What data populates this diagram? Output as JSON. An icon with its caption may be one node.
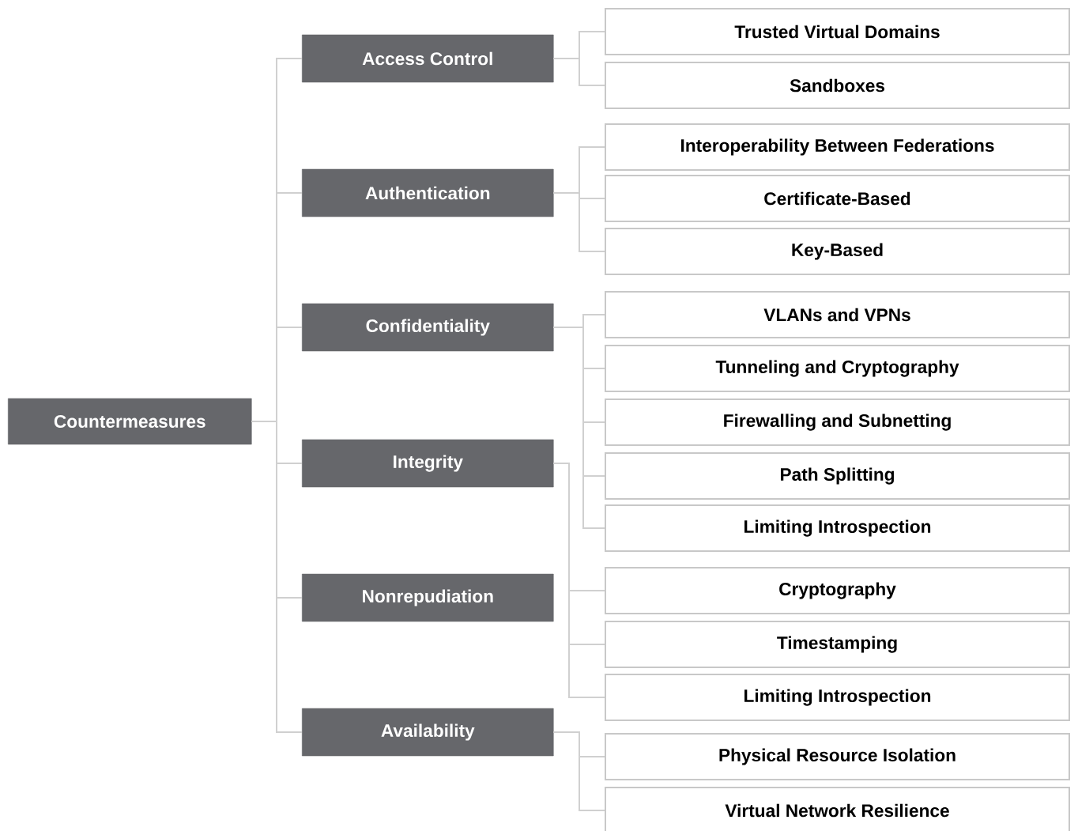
{
  "diagram": {
    "nodes": [
      {
        "text": [
          "Countermeasures"
        ]
      },
      {
        "text": [
          "Access Control"
        ]
      },
      {
        "text": [
          "Trusted Virtual Domains"
        ]
      },
      {
        "text": [
          "Sandboxes"
        ]
      },
      {
        "text": [
          "Authentication"
        ]
      },
      {
        "text": [
          "Interoperability Between Federations"
        ]
      },
      {
        "text": [
          "Certificate-Based"
        ]
      },
      {
        "text": [
          "Key-Based"
        ]
      },
      {
        "text": [
          "Confidentiality"
        ]
      },
      {
        "text": [
          "VLANs and VPNs"
        ]
      },
      {
        "text": [
          "Tunneling and Cryptography"
        ]
      },
      {
        "text": [
          "Firewalling and Subnetting"
        ]
      },
      {
        "text": [
          "Path Splitting"
        ]
      },
      {
        "text": [
          "Limiting Introspection"
        ]
      },
      {
        "text": [
          "Integrity"
        ]
      },
      {
        "text": [
          "Cryptography"
        ]
      },
      {
        "text": [
          "Timestamping"
        ]
      },
      {
        "text": [
          "Limiting Introspection"
        ]
      },
      {
        "text": [
          "Nonrepudiation"
        ]
      },
      {
        "text": [
          "Availability"
        ]
      },
      {
        "text": [
          "Physical Resource Isolation"
        ]
      },
      {
        "text": [
          "Virtual Network Resilience"
        ]
      }
    ],
    "edges": [
      {
        "from": 0,
        "to": 1,
        "arrow": "none"
      },
      {
        "from": 0,
        "to": 4,
        "arrow": "none"
      },
      {
        "from": 0,
        "to": 8,
        "arrow": "none"
      },
      {
        "from": 0,
        "to": 14,
        "arrow": "none"
      },
      {
        "from": 0,
        "to": 18,
        "arrow": "none"
      },
      {
        "from": 0,
        "to": 19,
        "arrow": "none"
      },
      {
        "from": 1,
        "to": 2,
        "arrow": "none"
      },
      {
        "from": 1,
        "to": 3,
        "arrow": "none"
      },
      {
        "from": 4,
        "to": 5,
        "arrow": "none"
      },
      {
        "from": 4,
        "to": 6,
        "arrow": "none"
      },
      {
        "from": 4,
        "to": 7,
        "arrow": "none"
      },
      {
        "from": 8,
        "to": 9,
        "arrow": "none"
      },
      {
        "from": 8,
        "to": 10,
        "arrow": "none"
      },
      {
        "from": 8,
        "to": 11,
        "arrow": "none"
      },
      {
        "from": 8,
        "to": 12,
        "arrow": "none"
      },
      {
        "from": 8,
        "to": 13,
        "arrow": "none"
      },
      {
        "from": 14,
        "to": 15,
        "arrow": "none"
      },
      {
        "from": 14,
        "to": 16,
        "arrow": "none"
      },
      {
        "from": 14,
        "to": 17,
        "arrow": "none"
      },
      {
        "from": 19,
        "to": 20,
        "arrow": "none"
      },
      {
        "from": 19,
        "to": 21,
        "arrow": "none"
      }
    ]
  }
}
